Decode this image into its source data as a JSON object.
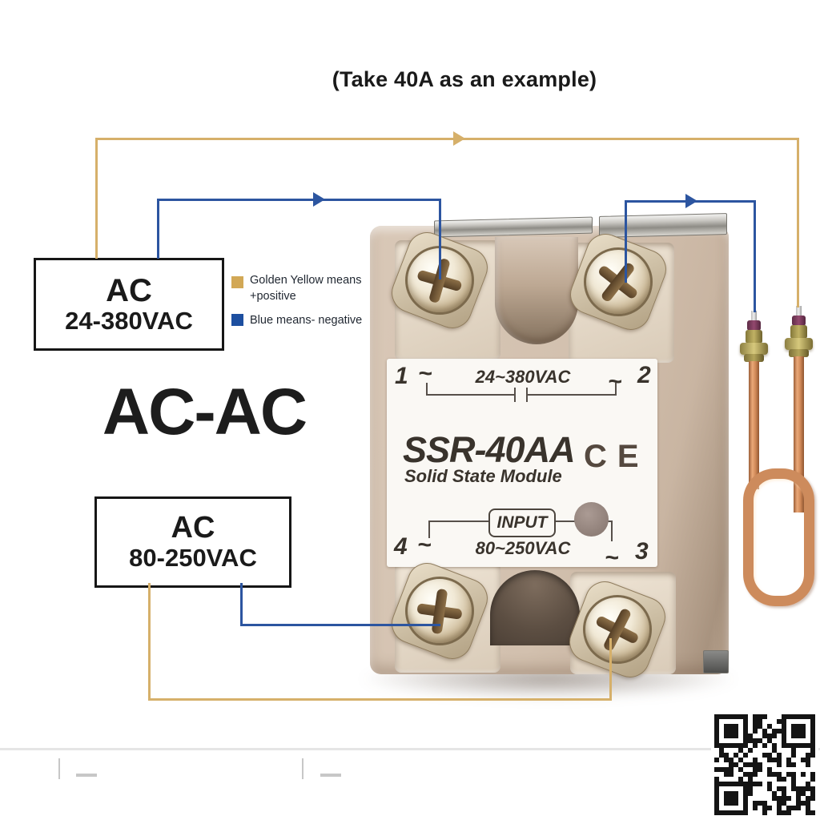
{
  "title": "(Take 40A as an example)",
  "legend": {
    "gold_line1": "Golden Yellow means",
    "gold_line2": "+positive",
    "blue_line": "Blue means- negative"
  },
  "boxes": {
    "load": {
      "title": "AC",
      "range": "24-380VAC"
    },
    "input": {
      "title": "AC",
      "range": "80-250VAC"
    }
  },
  "conversion_label": "AC-AC",
  "module": {
    "terminals": {
      "t1": "1",
      "t2": "2",
      "t3": "3",
      "t4": "4"
    },
    "ac_symbol": "~",
    "output_rating": "24~380VAC",
    "model": "SSR-40AA",
    "type_label": "Solid State Module",
    "ce_mark": "CE",
    "input_label": "INPUT",
    "input_rating": "80~250VAC"
  },
  "qr": {
    "size": 21
  },
  "colors": {
    "wire_gold": "#d6b06a",
    "wire_blue": "#2c55a0",
    "legend_gold": "#d2a856",
    "legend_blue": "#1d4fa0",
    "label_bg": "#faf8f4"
  }
}
